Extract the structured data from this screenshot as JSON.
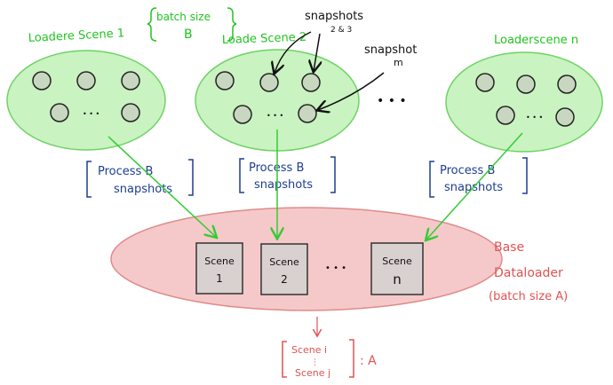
{
  "colors": {
    "loader_fill": "#c9f3c0",
    "loader_stroke": "#6fd266",
    "snapshot_fill": "#c8d8c0",
    "base_fill": "#f5c9c9",
    "base_stroke": "#e08b8b",
    "scene_box_fill": "#d9d0d0",
    "green_text": "#22c322",
    "navy_text": "#1d3f8f",
    "red_text": "#e05252",
    "arrow_green": "#33cc33",
    "ink": "#111111"
  },
  "loaders": [
    {
      "label": "Loadere Scene 1"
    },
    {
      "label": "Loade Scene 2"
    },
    {
      "label": "Loaderscene n"
    }
  ],
  "batch_size_note": {
    "line1": "batch size",
    "line2": "B"
  },
  "annotations": {
    "snapshots_23": {
      "line1": "snapshots",
      "line2": "2 & 3"
    },
    "snapshot_m": {
      "line1": "snapshot",
      "line2": "m"
    },
    "loader_ellipsis": "• • •",
    "inner_dots": "• • •"
  },
  "process_labels": [
    {
      "line1": "Process B",
      "line2": "snapshots"
    },
    {
      "line1": "Process B",
      "line2": "snapshots"
    },
    {
      "line1": "Process B",
      "line2": "snapshots"
    }
  ],
  "base": {
    "line1": "Base",
    "line2": "Dataloader",
    "line3": "(batch size A)"
  },
  "scenes": [
    {
      "line1": "Scene",
      "line2": "1"
    },
    {
      "line1": "Scene",
      "line2": "2"
    },
    {
      "line1": "Scene",
      "line2": "n"
    }
  ],
  "scene_ellipsis": "• • •",
  "output": {
    "line1": "Scene i",
    "line2": "⋮",
    "line3": "Scene j",
    "suffix": ": A"
  }
}
